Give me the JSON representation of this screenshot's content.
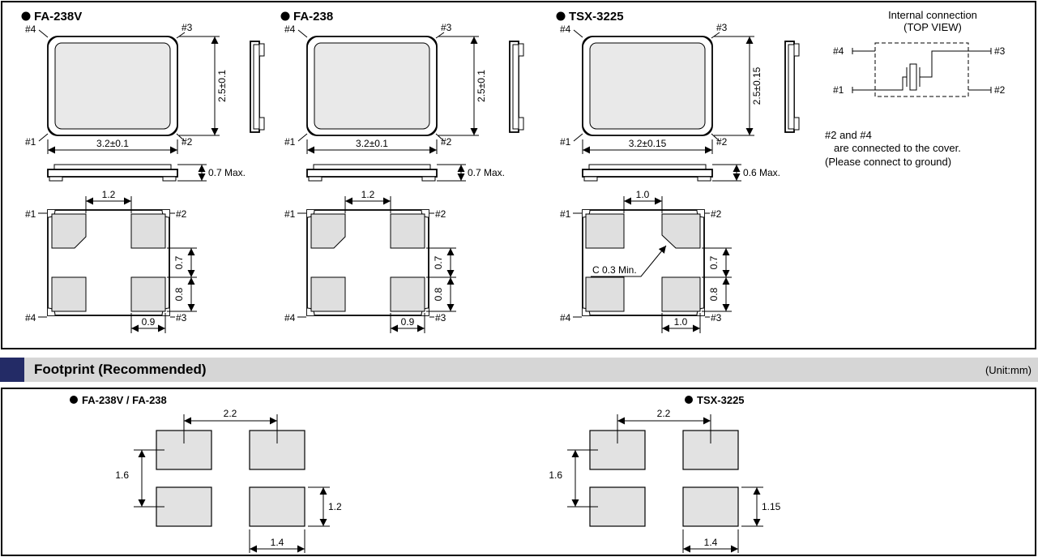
{
  "packages": [
    {
      "name": "FA-238V",
      "top": {
        "pin_tl": "#4",
        "pin_tr": "#3",
        "pin_bl": "#1",
        "pin_br": "#2",
        "width_dim": "3.2±0.1",
        "height_dim": "2.5±0.1"
      },
      "profile": {
        "height_dim": "0.7 Max."
      },
      "bottom": {
        "pin_tl": "#1",
        "pin_tr": "#2",
        "pin_bl": "#4",
        "pin_br": "#3",
        "top_dim": "1.2",
        "gap_dim": "0.7",
        "pad_dim": "0.8",
        "width_dim": "0.9"
      }
    },
    {
      "name": "FA-238",
      "top": {
        "pin_tl": "#4",
        "pin_tr": "#3",
        "pin_bl": "#1",
        "pin_br": "#2",
        "width_dim": "3.2±0.1",
        "height_dim": "2.5±0.1"
      },
      "profile": {
        "height_dim": "0.7 Max."
      },
      "bottom": {
        "pin_tl": "#1",
        "pin_tr": "#2",
        "pin_bl": "#4",
        "pin_br": "#3",
        "top_dim": "1.2",
        "gap_dim": "0.7",
        "pad_dim": "0.8",
        "width_dim": "0.9"
      }
    },
    {
      "name": "TSX-3225",
      "top": {
        "pin_tl": "#4",
        "pin_tr": "#3",
        "pin_bl": "#1",
        "pin_br": "#2",
        "width_dim": "3.2±0.15",
        "height_dim": "2.5±0.15"
      },
      "profile": {
        "height_dim": "0.6 Max."
      },
      "bottom": {
        "pin_tl": "#1",
        "pin_tr": "#2",
        "pin_bl": "#4",
        "pin_br": "#3",
        "top_dim": "1.0",
        "gap_dim": "0.7",
        "pad_dim": "0.8",
        "width_dim": "1.0",
        "chamfer_note": "C 0.3 Min."
      }
    }
  ],
  "internal_connection": {
    "title": "Internal connection",
    "subtitle": "(TOP VIEW)",
    "pin_tl": "#4",
    "pin_tr": "#3",
    "pin_bl": "#1",
    "pin_br": "#2",
    "note_line1": "#2 and #4",
    "note_line2": "are connected to the cover.",
    "note_line3": "(Please connect to ground)"
  },
  "footprint_section": {
    "title": "Footprint (Recommended)",
    "unit": "(Unit:mm)",
    "footprints": [
      {
        "name": "FA-238V / FA-238",
        "pitch_x": "2.2",
        "pitch_y": "1.6",
        "pad_h": "1.2",
        "pad_w": "1.4"
      },
      {
        "name": "TSX-3225",
        "pitch_x": "2.2",
        "pitch_y": "1.6",
        "pad_h": "1.15",
        "pad_w": "1.4"
      }
    ]
  },
  "colors": {
    "accent_square": "#232b66",
    "section_bar": "#d6d6d6",
    "pad_fill": "#dfdfdf"
  }
}
